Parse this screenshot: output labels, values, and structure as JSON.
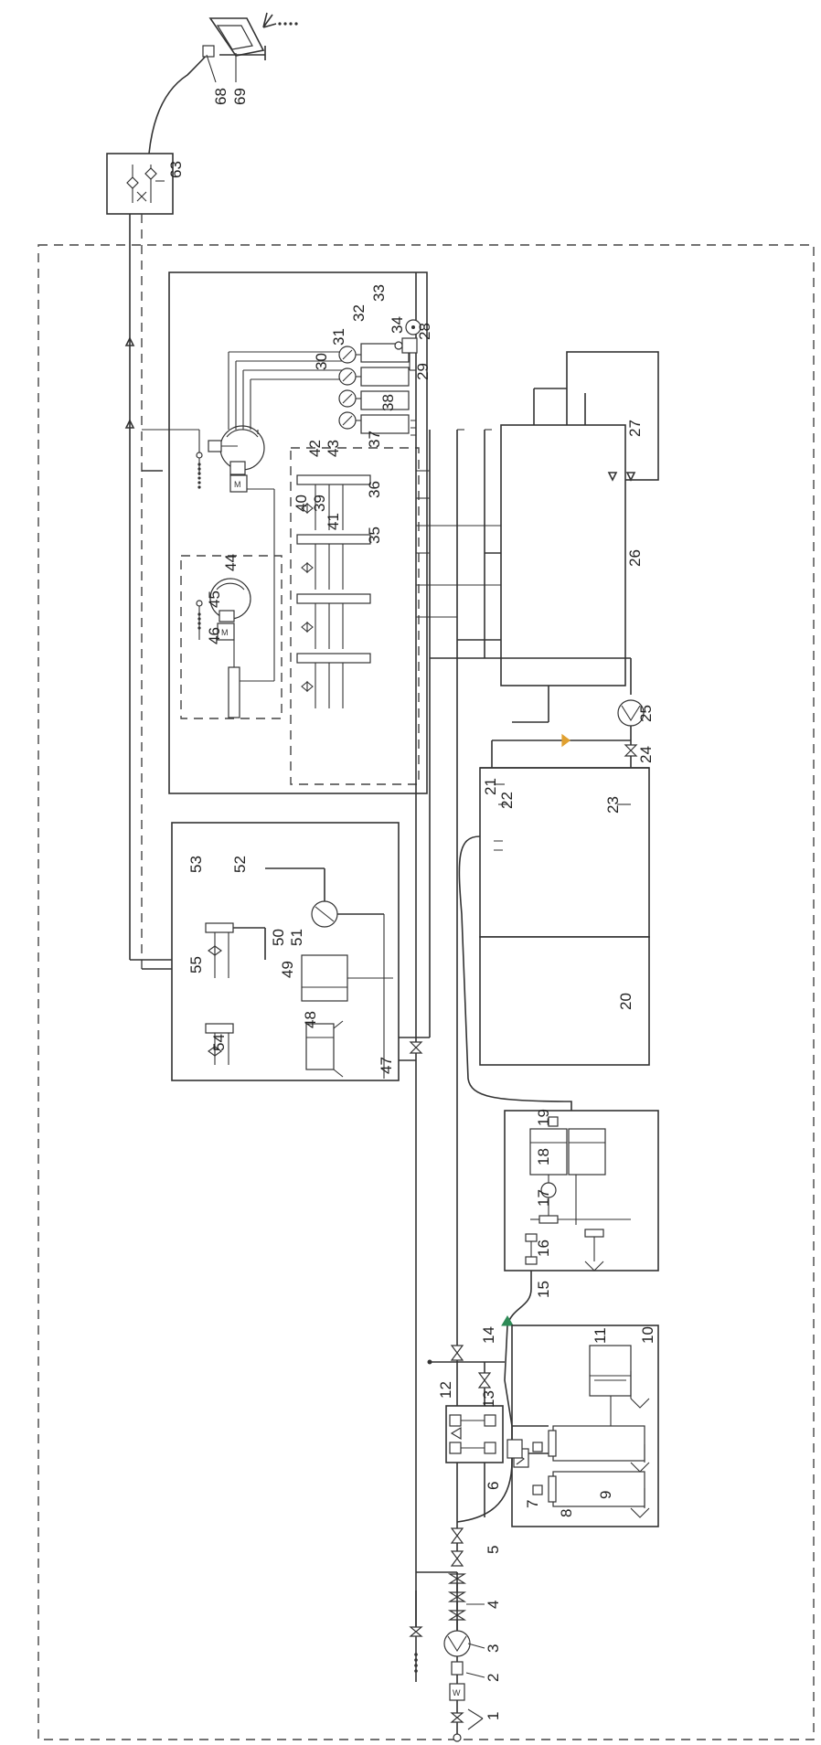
{
  "labels": {
    "l1": "1",
    "l2": "2",
    "l3": "3",
    "l4": "4",
    "l5": "5",
    "l6": "6",
    "l7": "7",
    "l8": "8",
    "l9": "9",
    "l10": "10",
    "l11": "11",
    "l12": "12",
    "l13": "13",
    "l14": "14",
    "l15": "15",
    "l16": "16",
    "l17": "17",
    "l18": "18",
    "l19": "19",
    "l20": "20",
    "l21": "21",
    "l22": "22",
    "l23": "23",
    "l24": "24",
    "l25": "25",
    "l26": "26",
    "l27": "27",
    "l28": "28",
    "l29": "29",
    "l30": "30",
    "l31": "31",
    "l32": "32",
    "l33": "33",
    "l34": "34",
    "l35": "35",
    "l36": "36",
    "l37": "37",
    "l38": "38",
    "l39": "39",
    "l40": "40",
    "l41": "41",
    "l42": "42",
    "l43": "43",
    "l44": "44",
    "l45": "45",
    "l46": "46",
    "l47": "47",
    "l48": "48",
    "l49": "49",
    "l50": "50",
    "l51": "51",
    "l52": "52",
    "l53": "53",
    "l54": "54",
    "l55": "55",
    "l63": "63",
    "l68": "68",
    "l69": "69"
  },
  "marks": {
    "motor": "M",
    "waterMeter": "W"
  },
  "colors": {
    "line": "#333333",
    "flowArrow": "#2e8b57",
    "drainArrow": "#e0a030"
  }
}
